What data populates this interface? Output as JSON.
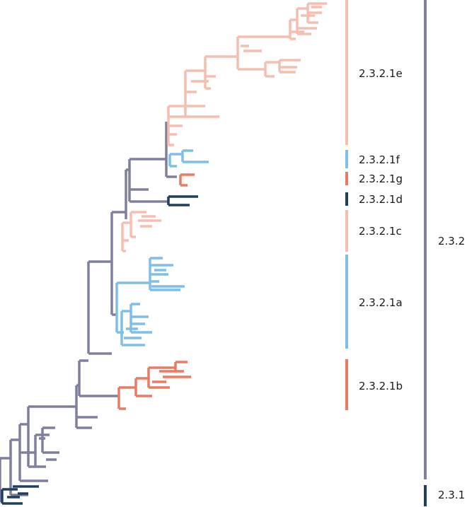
{
  "colors": {
    "backbone": "#7f7f9f",
    "clade_e": "#f5bfb0",
    "clade_c": "#f5bfb0",
    "clade_f": "#7fbfe6",
    "clade_a": "#7fbfe6",
    "clade_g": "#ea7a62",
    "clade_b": "#ea7a62",
    "clade_d": "#1f3f5f",
    "clade_231": "#1f3f5f"
  },
  "clades": [
    {
      "id": "e",
      "label": "2.3.2.1e",
      "color_key": "clade_e"
    },
    {
      "id": "f",
      "label": "2.3.2.1f",
      "color_key": "clade_f"
    },
    {
      "id": "g",
      "label": "2.3.2.1g",
      "color_key": "clade_g"
    },
    {
      "id": "d",
      "label": "2.3.2.1d",
      "color_key": "clade_d"
    },
    {
      "id": "c",
      "label": "2.3.2.1c",
      "color_key": "clade_c"
    },
    {
      "id": "a",
      "label": "2.3.2.1a",
      "color_key": "clade_a"
    },
    {
      "id": "b",
      "label": "2.3.2.1b",
      "color_key": "clade_b"
    }
  ],
  "groups": [
    {
      "id": "232",
      "label": "2.3.2",
      "color_key": "backbone"
    },
    {
      "id": "231",
      "label": "2.3.1",
      "color_key": "clade_231"
    }
  ]
}
